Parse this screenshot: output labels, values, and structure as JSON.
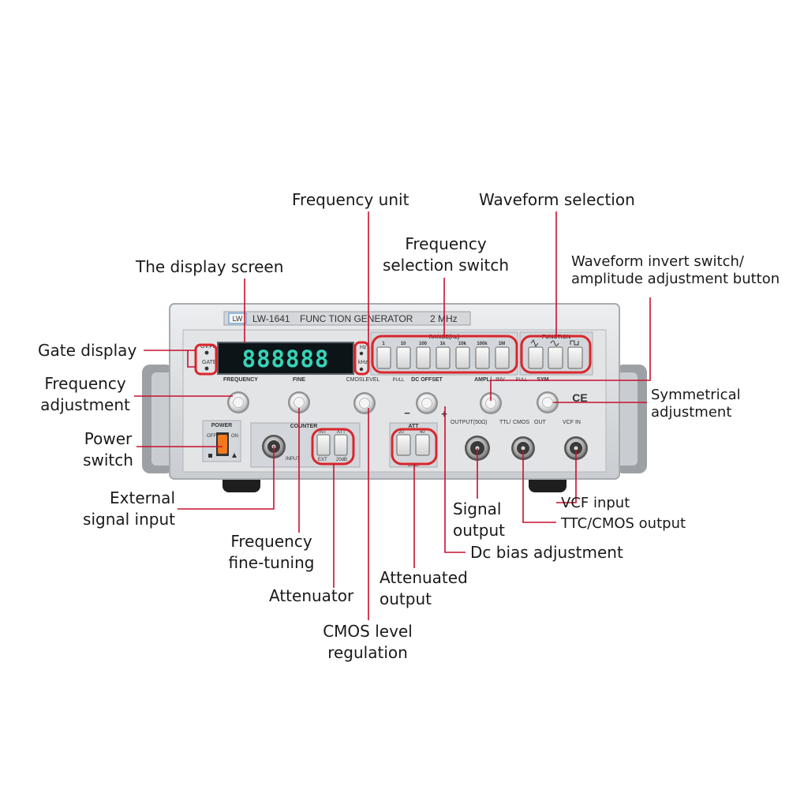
{
  "panel": {
    "brand": "LW",
    "model": "LW-1641",
    "title": "FUNC TION GENERATOR",
    "spec": "2 MHz",
    "display_digits": "888888",
    "gate_labels": [
      "OV.FL",
      "GATE"
    ],
    "unit_labels": [
      "Hz",
      "kHz"
    ],
    "range_title": "RANGE(Hz)",
    "range_labels": [
      "1",
      "10",
      "100",
      "1k",
      "10k",
      "100k",
      "1M"
    ],
    "function_title": "FUNCTION",
    "knob_labels": {
      "frequency": "FREQUENCY",
      "fine": "FINE",
      "cmos_level": "CMOSLEVEL",
      "pull": "PULL",
      "dc_offset": "DC OFFSET",
      "ampl": "AMPL/",
      "inv": "INV",
      "pull2": "PULL",
      "sym": "SYM"
    },
    "power_title": "POWER",
    "power_off": "OFF",
    "power_on": "ON",
    "counter_title": "COUNTER",
    "counter_btn_labels": [
      "INT",
      "EXT",
      "ATT",
      "20dB"
    ],
    "counter_input": "INPUT",
    "att_title": "ATT",
    "att_labels": [
      "20",
      "40",
      "20dB"
    ],
    "minus": "−",
    "plus": "+",
    "output_labels": [
      "OUTPUT(50Ω)",
      "TTL/",
      "CMOS",
      "OUT",
      "VCF IN"
    ],
    "ce_mark": "CE"
  },
  "callouts": {
    "frequency_unit": "Frequency unit",
    "waveform_selection": "Waveform selection",
    "frequency_selection_switch": [
      "Frequency",
      "selection switch"
    ],
    "display_screen": "The display screen",
    "waveform_invert": [
      "Waveform invert switch/",
      "amplitude adjustment button"
    ],
    "gate_display": "Gate display",
    "frequency_adjustment": [
      "Frequency",
      "adjustment"
    ],
    "symmetrical_adjustment": [
      "Symmetrical",
      "adjustment"
    ],
    "power_switch": [
      "Power",
      "switch"
    ],
    "external_signal_input": [
      "External",
      "signal input"
    ],
    "signal_output": [
      "Signal",
      "output"
    ],
    "vcf_input": "VCF input",
    "ttc_cmos_output": "TTC/CMOS output",
    "frequency_fine_tuning": [
      "Frequency",
      "fine-tuning"
    ],
    "dc_bias_adjustment": "Dc bias adjustment",
    "attenuator": "Attenuator",
    "attenuated_output": [
      "Attenuated",
      "output"
    ],
    "cmos_level_regulation": [
      "CMOS level",
      "regulation"
    ]
  },
  "colors": {
    "panel": "#dfe1e3",
    "display_bg": "#0c1418",
    "display_digit": "#36d4b8",
    "highlight": "#d9262c",
    "leader": "#c8102e",
    "power_switch": "#f07a1f",
    "accent_blue": "#3c8fd8"
  }
}
